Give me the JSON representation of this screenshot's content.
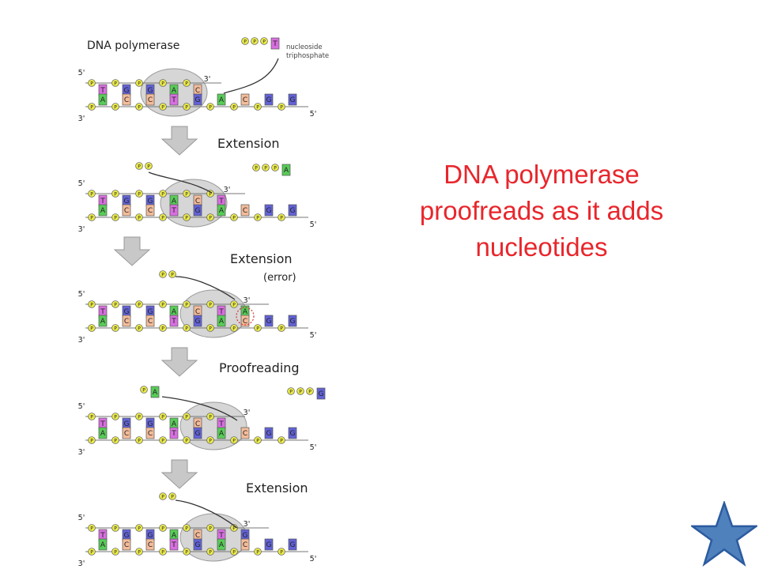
{
  "figure": {
    "enzyme_label": "DNA polymerase",
    "nts_label_1": "nucleoside",
    "nts_label_2": "triphosphate",
    "prime_5": "5'",
    "prime_3": "3'",
    "phosphate_letter": "P",
    "steps": [
      {
        "label": "Extension",
        "sublabel": ""
      },
      {
        "label": "Extension",
        "sublabel": "(error)"
      },
      {
        "label": "Proofreading",
        "sublabel": ""
      },
      {
        "label": "Extension",
        "sublabel": ""
      }
    ],
    "colors": {
      "T": "#d86ee0",
      "A": "#58cc58",
      "G": "#6262d6",
      "C": "#f4bc9a",
      "phosphate": "#ecec4a",
      "enzyme": "#b4b4b4",
      "arrow": "#c8c8c8"
    },
    "panels": [
      {
        "top": [
          "T",
          "G",
          "G",
          "A",
          "C"
        ],
        "bottom": [
          "A",
          "C",
          "C",
          "T",
          "G",
          "A",
          "C",
          "G",
          "G"
        ],
        "mismatch": false
      },
      {
        "top": [
          "T",
          "G",
          "G",
          "A",
          "C",
          "T"
        ],
        "bottom": [
          "A",
          "C",
          "C",
          "T",
          "G",
          "A",
          "C",
          "G",
          "G"
        ],
        "mismatch": false
      },
      {
        "top": [
          "T",
          "G",
          "G",
          "A",
          "C",
          "T",
          "A"
        ],
        "bottom": [
          "A",
          "C",
          "C",
          "T",
          "G",
          "A",
          "C",
          "G",
          "G"
        ],
        "mismatch": true
      },
      {
        "top": [
          "T",
          "G",
          "G",
          "A",
          "C",
          "T"
        ],
        "bottom": [
          "A",
          "C",
          "C",
          "T",
          "G",
          "A",
          "C",
          "G",
          "G"
        ],
        "mismatch": false
      },
      {
        "top": [
          "T",
          "G",
          "G",
          "A",
          "C",
          "T",
          "G"
        ],
        "bottom": [
          "A",
          "C",
          "C",
          "T",
          "G",
          "A",
          "C",
          "G",
          "G"
        ],
        "mismatch": false
      }
    ],
    "free_nucleotides": [
      {
        "base": "T",
        "phosphates": 3,
        "panel": 0
      },
      {
        "base": "A",
        "phosphates": 3,
        "panel": 1
      },
      {
        "base": "",
        "phosphates": 2,
        "panel": 1
      },
      {
        "base": "",
        "phosphates": 2,
        "panel": 2
      },
      {
        "base": "A",
        "phosphates": 1,
        "panel": 3
      },
      {
        "base": "G",
        "phosphates": 3,
        "panel": 3
      },
      {
        "base": "",
        "phosphates": 2,
        "panel": 4
      }
    ]
  },
  "caption": {
    "line1": "DNA polymerase",
    "line2": "proofreads as it adds",
    "line3": "nucleotides"
  },
  "nav": {
    "star_color": "#4f81bd",
    "star_icon": "star-icon"
  }
}
